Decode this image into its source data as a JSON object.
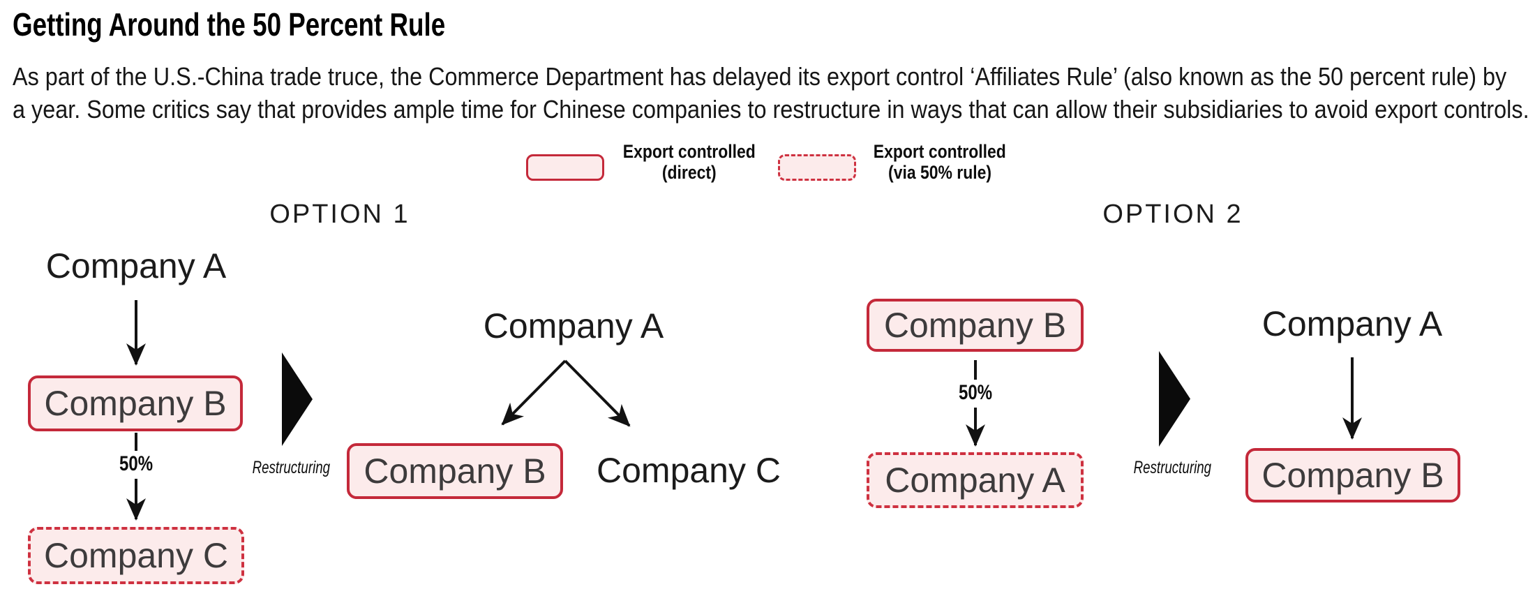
{
  "header": {
    "title": "Getting Around the 50 Percent Rule",
    "subtitle_line1": "As part of the U.S.-China trade truce, the Commerce Department has delayed its export control ‘Affiliates Rule’ (also known as the 50 percent rule) by",
    "subtitle_line2": "a year. Some critics say that provides ample time for Chinese companies to restructure in ways that can allow their subsidiaries to avoid export controls."
  },
  "legend": {
    "direct": {
      "line1": "Export controlled",
      "line2": "(direct)"
    },
    "via_rule": {
      "line1": "Export controlled",
      "line2": "(via 50% rule)"
    }
  },
  "option1": {
    "label": "OPTION 1",
    "before": {
      "parent": "Company A",
      "subsidiary": "Company B",
      "ownership": "50%",
      "grandchild": "Company C"
    },
    "transition_label": "Restructuring",
    "after": {
      "parent": "Company A",
      "left_child": "Company B",
      "right_child": "Company C"
    }
  },
  "option2": {
    "label": "OPTION 2",
    "before": {
      "parent": "Company B",
      "ownership": "50%",
      "subsidiary": "Company A"
    },
    "transition_label": "Restructuring",
    "after": {
      "parent": "Company A",
      "subsidiary": "Company B"
    }
  },
  "colors": {
    "accent_red": "#c4293a",
    "accent_red_dashed": "#ce3140",
    "box_fill": "#fcebeb",
    "box_text": "#3d3b3c",
    "ink": "#111111"
  }
}
